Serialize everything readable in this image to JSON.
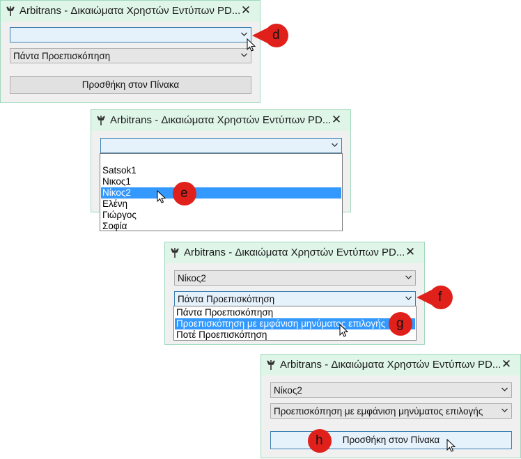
{
  "app_title": "Arbitrans - Δικαιώματα Χρηστών Εντύπων PD...",
  "close_glyph": "✕",
  "icons": {
    "app": "arbitrans-logo-icon",
    "chevron": "chevron-down-icon",
    "cursor": "mouse-pointer-icon"
  },
  "colors": {
    "title_bar": "#dff5e8",
    "selection": "#3399ff",
    "callout": "#e0201b"
  },
  "panel1": {
    "user_value": "",
    "preview_value": "Πάντα Προεπισκόπηση",
    "add_button": "Προσθήκη στον Πίνακα",
    "callout": "d"
  },
  "panel2": {
    "user_value": "",
    "users": [
      "Satsok1",
      "Νικος1",
      "Νίκος2",
      "Ελένη",
      "Γιώργος",
      "Σοφία"
    ],
    "selected_index": 2,
    "callout": "e"
  },
  "panel3": {
    "user_value": "Νίκος2",
    "preview_value": "Πάντα Προεπισκόπηση",
    "preview_options": [
      "Πάντα Προεπισκόπηση",
      "Προεπισκόπηση με εμφάνιση μηνύματος επιλογής",
      "Ποτέ Προεπισκόπηση"
    ],
    "selected_index": 1,
    "callout_f": "f",
    "callout_g": "g"
  },
  "panel4": {
    "user_value": "Νίκος2",
    "preview_value": "Προεπισκόπηση με εμφάνιση μηνύματος επιλογής",
    "add_button": "Προσθήκη στον Πίνακα",
    "callout": "h"
  }
}
